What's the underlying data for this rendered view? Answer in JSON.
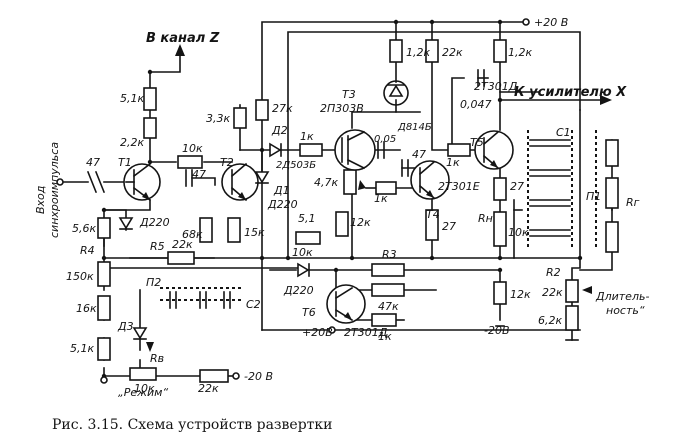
{
  "caption": "Рис. 3.15. Схема устройств развертки",
  "supply": {
    "pos": "+20 В",
    "pos_t6": "+20В",
    "neg": "-20В",
    "neg_b": "-20 В"
  },
  "signals": {
    "kanal_z": "В канал Z",
    "k_usilitelyu_x": "К усилителю X",
    "vkhod_line1": "Вход",
    "vkhod_line2": "синхроимпульса",
    "rezhim": "„Режим“",
    "dlitelnost_line1": "Длитель-",
    "dlitelnost_line2": "ность“"
  },
  "transistors": {
    "t1": "T1",
    "t2": "T2",
    "t3": "T3",
    "t3_type": "2П303В",
    "t4": "T4",
    "t4_type": "2Т301Е",
    "t5": "T5",
    "t5_type": "2Т301Д",
    "t6": "T6",
    "t6_type": "2Т301Д"
  },
  "diodes": {
    "d1": "Д1",
    "d1_type": "Д220",
    "d2": "Д2",
    "d2_type": "2Д503Б",
    "d3": "Д3",
    "dd220_a": "Д220",
    "dd220_b": "Д220",
    "zener": "Д814Б"
  },
  "resistors": {
    "r_5_1k": "5,1к",
    "r_2_2k": "2,2к",
    "r_10k": "10к",
    "r_3_3k": "3,3к",
    "r_27k": "27к",
    "r_1k_t3": "1к",
    "r_1_2k_a": "1,2к",
    "r_22k_top": "22к",
    "r_1_2k_b": "1,2к",
    "r_4_7k": "4,7к",
    "r_1k_a": "1к",
    "r_1k_b": "1к",
    "r_5_6k": "5,6к",
    "r4": "R4",
    "r_150k": "150к",
    "r_68k": "68к",
    "r5": "R5",
    "r_22k_r5": "22к",
    "r_15k": "15к",
    "r_5_1_b": "5,1",
    "r_10k_b": "10к",
    "r_12k_a": "12к",
    "r_27_a": "27",
    "r_27_b": "27",
    "rn": "Rн",
    "r_10k_c": "10к",
    "r3": "R3",
    "r_47k": "47к",
    "r_16k": "16к",
    "r_5_1k_b": "5,1к",
    "rv": "Rв",
    "r_10k_d": "10к",
    "r_22k_d": "22к",
    "r_1k_c": "1к",
    "r_12k_b": "12к",
    "r2": "R2",
    "r_22k_e": "22к",
    "r_6_2k": "6,2к",
    "rg": "Rг"
  },
  "capacitors": {
    "c_47_in": "47",
    "c_47_t1": "47",
    "c_005": "0,05",
    "c_47_t4": "47",
    "c_0_047": "0,047",
    "c1": "C1",
    "c2": "C2",
    "p1": "П1",
    "p2": "П2"
  }
}
